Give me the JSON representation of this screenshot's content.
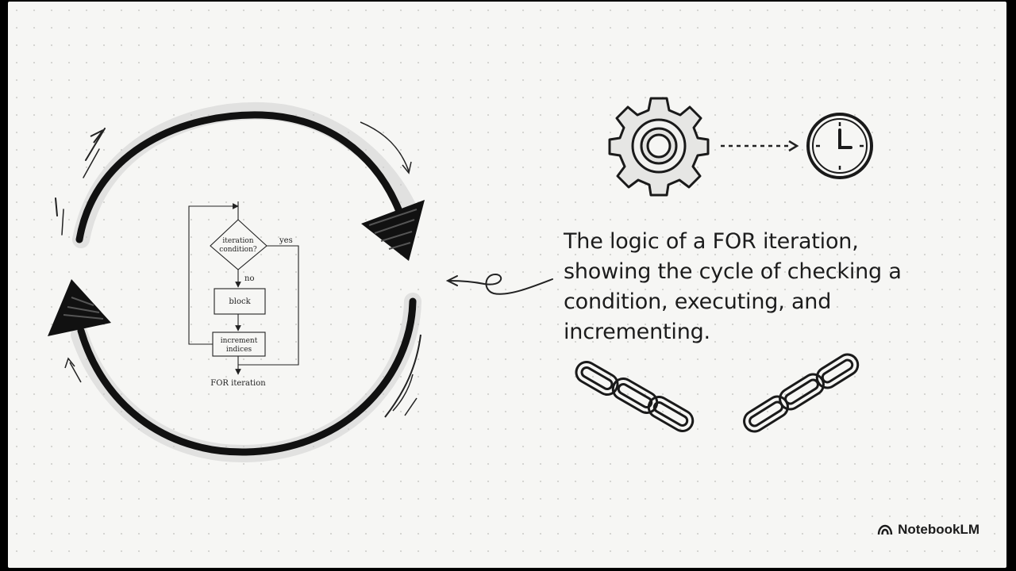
{
  "caption": "The logic of a FOR iteration, showing the cycle of checking a condition, executing, and incrementing.",
  "flowchart": {
    "decision_line1": "iteration",
    "decision_line2": "condition?",
    "yes_label": "yes",
    "no_label": "no",
    "block_label": "block",
    "increment_line1": "increment",
    "increment_line2": "indices",
    "footer_label": "FOR iteration"
  },
  "brand": {
    "name": "NotebookLM",
    "icon": "notebooklm-logo-icon"
  },
  "icons": {
    "gear": "gear-icon",
    "clock": "clock-icon",
    "chain_left": "chain-link-icon",
    "chain_right": "chain-link-icon",
    "cycle": "circular-arrows-icon",
    "pointer": "curly-arrow-icon"
  },
  "colors": {
    "background": "#f6f6f4",
    "ink": "#1c1c1c"
  }
}
